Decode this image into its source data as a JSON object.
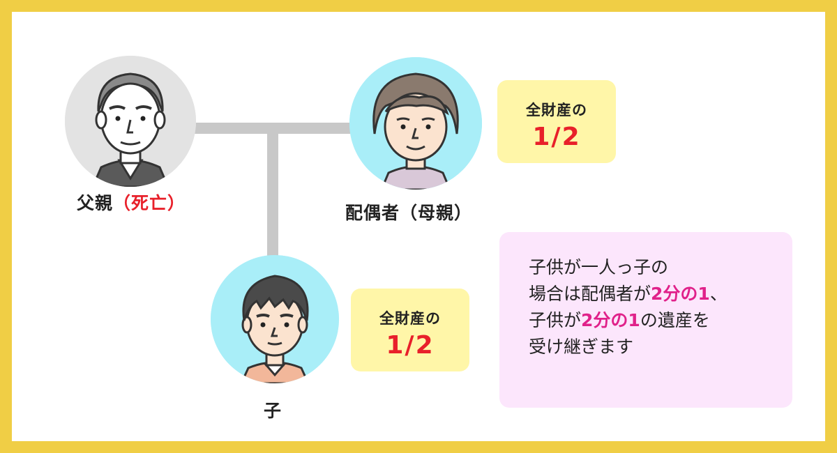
{
  "colors": {
    "border": "#F0CE45",
    "connector": "#C8C8C8",
    "avatar_father_bg": "#E3E3E3",
    "avatar_blue_bg": "#A9EEF8",
    "share_box_bg": "#FFF6A8",
    "note_bg": "#FCE6FC",
    "emphasis_red": "#E8202A",
    "emphasis_pink": "#E0218A"
  },
  "father": {
    "icon": "elderly-man-avatar",
    "label": "父親",
    "status": "（死亡）"
  },
  "spouse": {
    "icon": "elderly-woman-avatar",
    "label": "配偶者（母親）",
    "share_label": "全財産の",
    "share_value": "1/2"
  },
  "child": {
    "icon": "young-man-avatar",
    "label": "子",
    "share_label": "全財産の",
    "share_value": "1/2"
  },
  "note": {
    "line1": "子供が一人っ子の",
    "line2_a": "場合は配偶者が",
    "line2_em": "2分の1",
    "line2_b": "、",
    "line3_a": "子供が",
    "line3_em": "2分の1",
    "line3_b": "の遺産を",
    "line4": "受け継ぎます"
  }
}
